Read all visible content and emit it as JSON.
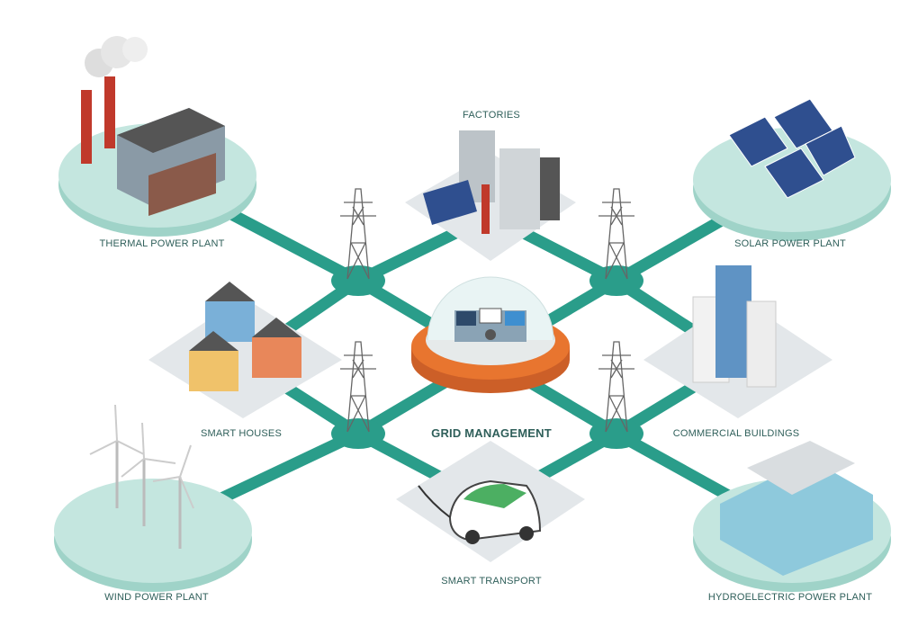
{
  "labels": {
    "thermal": "THERMAL POWER PLANT",
    "factories": "FACTORIES",
    "solar": "SOLAR POWER PLANT",
    "houses": "SMART HOUSES",
    "grid": "GRID MANAGEMENT",
    "commercial": "COMMERCIAL BUILDINGS",
    "wind": "WIND POWER PLANT",
    "transport": "SMART TRANSPORT",
    "hydro": "HYDROELECTRIC POWER PLANT"
  },
  "colors": {
    "line": "#2a9d8a",
    "platform": "#c4e6df",
    "platform_side": "#9fd3c8",
    "grid_base": "#e8752f",
    "label": "#2f5f5a"
  }
}
